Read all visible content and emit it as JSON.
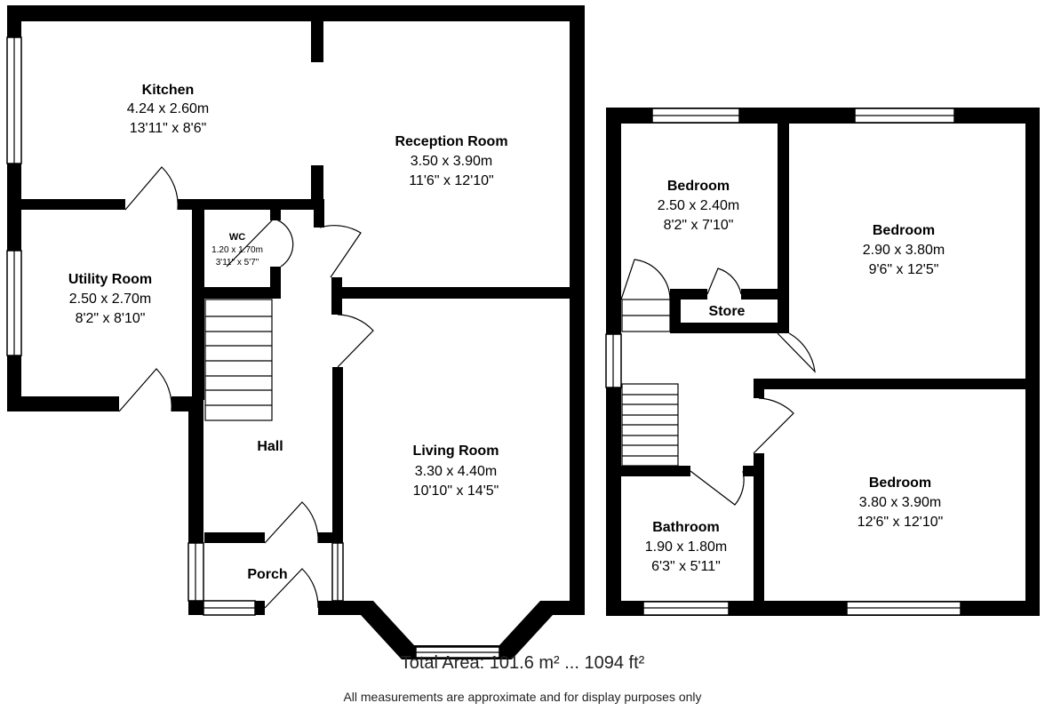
{
  "ground_floor": {
    "kitchen": {
      "name": "Kitchen",
      "metric": "4.24 x 2.60m",
      "imperial": "13'11\" x 8'6\""
    },
    "reception": {
      "name": "Reception Room",
      "metric": "3.50 x 3.90m",
      "imperial": "11'6\" x 12'10\""
    },
    "wc": {
      "name": "WC",
      "metric": "1.20 x 1.70m",
      "imperial": "3'11\" x 5'7\""
    },
    "utility": {
      "name": "Utility Room",
      "metric": "2.50 x 2.70m",
      "imperial": "8'2\" x 8'10\""
    },
    "hall": {
      "name": "Hall"
    },
    "living": {
      "name": "Living Room",
      "metric": "3.30 x 4.40m",
      "imperial": "10'10\" x 14'5\""
    },
    "porch": {
      "name": "Porch"
    }
  },
  "first_floor": {
    "bedroom1": {
      "name": "Bedroom",
      "metric": "2.50 x 2.40m",
      "imperial": "8'2\" x 7'10\""
    },
    "bedroom2": {
      "name": "Bedroom",
      "metric": "2.90 x 3.80m",
      "imperial": "9'6\" x 12'5\""
    },
    "store": {
      "name": "Store"
    },
    "bedroom3": {
      "name": "Bedroom",
      "metric": "3.80 x 3.90m",
      "imperial": "12'6\" x 12'10\""
    },
    "bathroom": {
      "name": "Bathroom",
      "metric": "1.90 x 1.80m",
      "imperial": "6'3\" x 5'11\""
    }
  },
  "total_area": "Total Area: 101.6 m² ... 1094 ft²",
  "disclaimer": "All measurements are approximate and for display purposes only"
}
